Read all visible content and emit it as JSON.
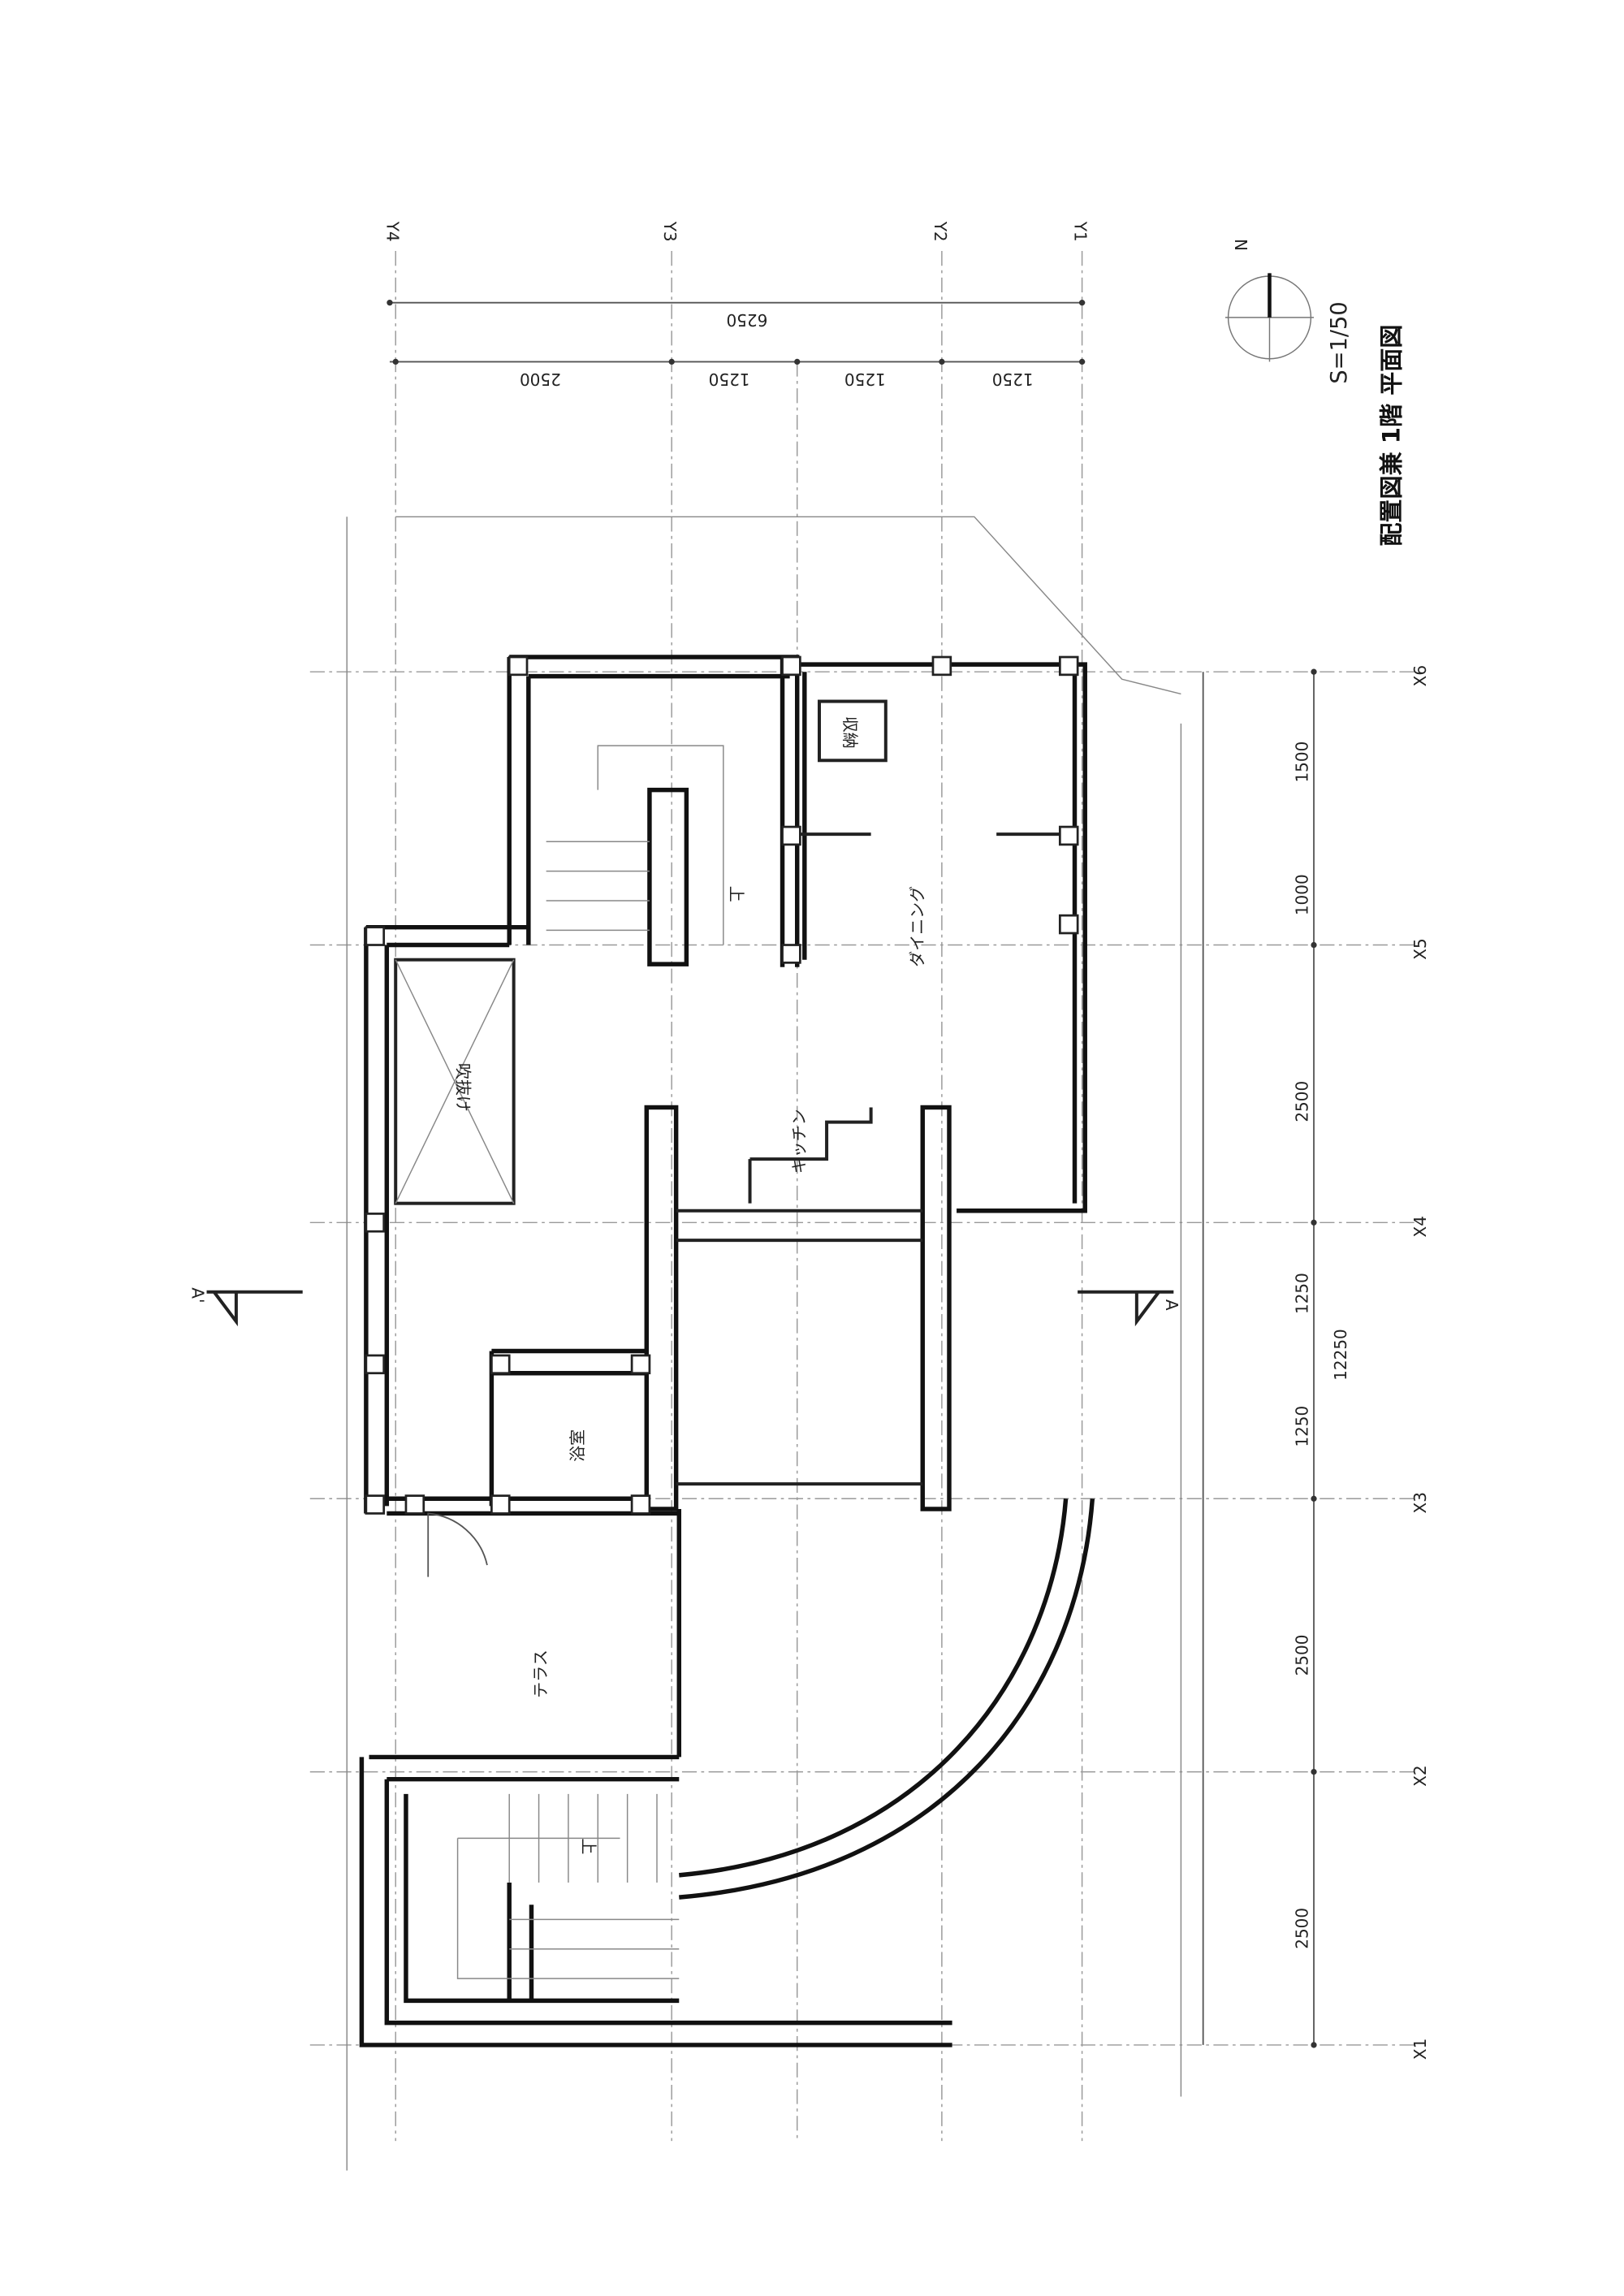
{
  "title": "配置図兼 1階 平面図",
  "scale": "S=1/50",
  "north_label": "N",
  "grid_x": [
    "X1",
    "X2",
    "X3",
    "X4",
    "X5",
    "X6"
  ],
  "grid_y": [
    "Y1",
    "Y2",
    "Y3",
    "Y4"
  ],
  "dims_x": [
    "2500",
    "2500",
    "1250",
    "1250",
    "2500",
    "1000",
    "1500"
  ],
  "dims_x_total": "12250",
  "dims_y": [
    "2500",
    "1250",
    "1250",
    "1250"
  ],
  "dims_y_total": "6250",
  "rooms": {
    "storage": "収納",
    "void": "吹抜け",
    "dining": "ダイニング",
    "kitchen": "キッチン",
    "bath": "浴室",
    "terrace": "テラス",
    "stair_up_1": "上",
    "stair_up_2": "上"
  },
  "section_marks": {
    "a": "A",
    "a_prime": "A'"
  }
}
